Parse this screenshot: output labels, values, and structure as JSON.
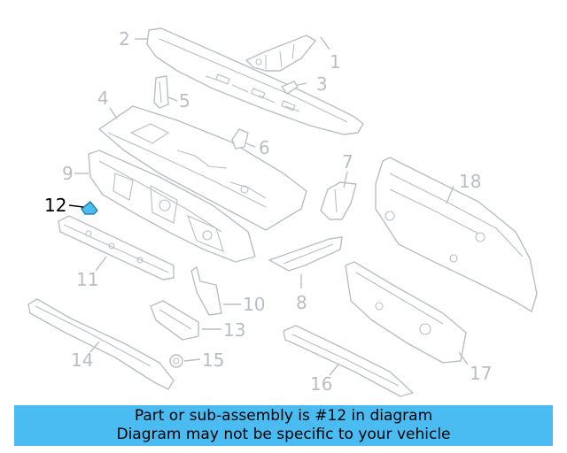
{
  "colors": {
    "line": "#b9bec4",
    "highlight": "#4bbcf2",
    "banner_bg": "#4bbcf2",
    "text": "#000000"
  },
  "callouts": [
    {
      "id": "1",
      "label": "1"
    },
    {
      "id": "2",
      "label": "2"
    },
    {
      "id": "3",
      "label": "3"
    },
    {
      "id": "4",
      "label": "4"
    },
    {
      "id": "5",
      "label": "5"
    },
    {
      "id": "6",
      "label": "6"
    },
    {
      "id": "7",
      "label": "7"
    },
    {
      "id": "8",
      "label": "8"
    },
    {
      "id": "9",
      "label": "9"
    },
    {
      "id": "10",
      "label": "10"
    },
    {
      "id": "11",
      "label": "11"
    },
    {
      "id": "12",
      "label": "12",
      "highlighted": true
    },
    {
      "id": "13",
      "label": "13"
    },
    {
      "id": "14",
      "label": "14"
    },
    {
      "id": "15",
      "label": "15"
    },
    {
      "id": "16",
      "label": "16"
    },
    {
      "id": "17",
      "label": "17"
    },
    {
      "id": "18",
      "label": "18"
    }
  ],
  "banner": {
    "line1": "Part or sub-assembly is #12 in diagram",
    "line2": "Diagram may not be specific to your vehicle"
  }
}
